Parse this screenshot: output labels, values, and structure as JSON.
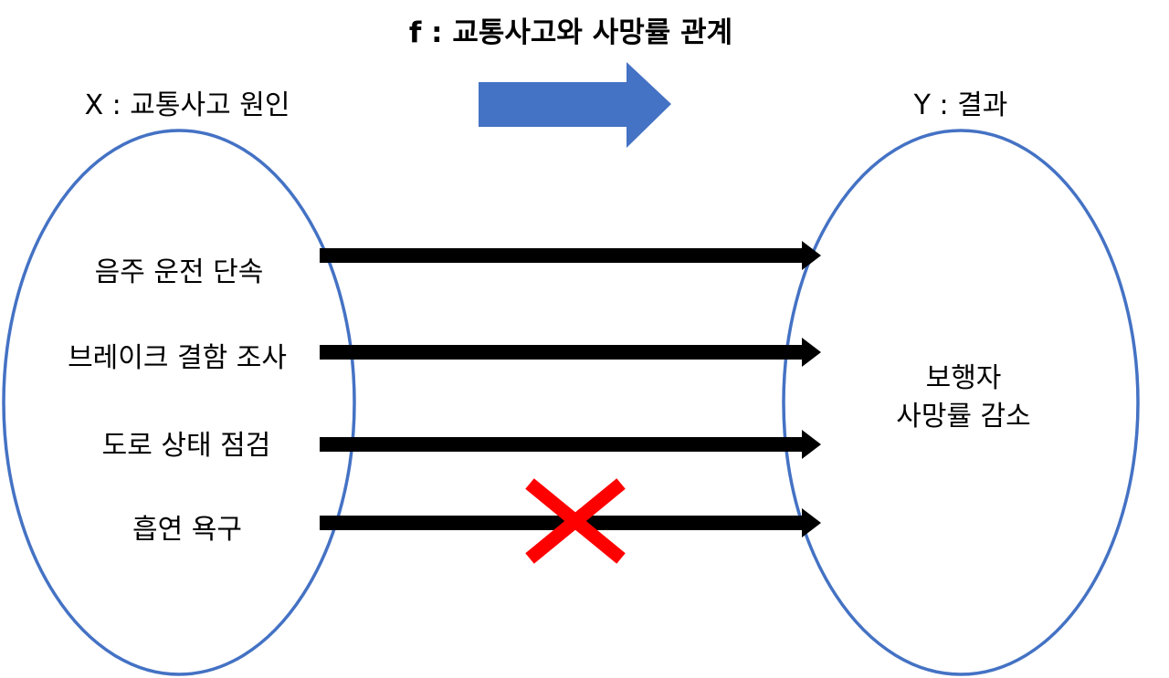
{
  "title": "f : 교통사고와 사망률 관계",
  "domain_set": {
    "label": "X : 교통사고 원인",
    "items": [
      "음주 운전 단속",
      "브레이크 결함 조사",
      "도로 상태 점검",
      "흡연 욕구"
    ]
  },
  "codomain_set": {
    "label": "Y : 결과",
    "result_lines": [
      "보행자",
      "사망률 감소"
    ]
  },
  "mappings": [
    {
      "from": "음주 운전 단속",
      "valid": true
    },
    {
      "from": "브레이크 결함 조사",
      "valid": true
    },
    {
      "from": "도로 상태 점검",
      "valid": true
    },
    {
      "from": "흡연 욕구",
      "valid": false
    }
  ],
  "colors": {
    "ellipse_stroke": "#4472C4",
    "big_arrow_fill": "#4472C4",
    "mapping_arrow": "#000000",
    "invalid_mark": "#FF0000",
    "text": "#000000"
  },
  "icons": {
    "function_arrow": "right-arrow-icon",
    "invalid_mapping": "cross-icon"
  }
}
